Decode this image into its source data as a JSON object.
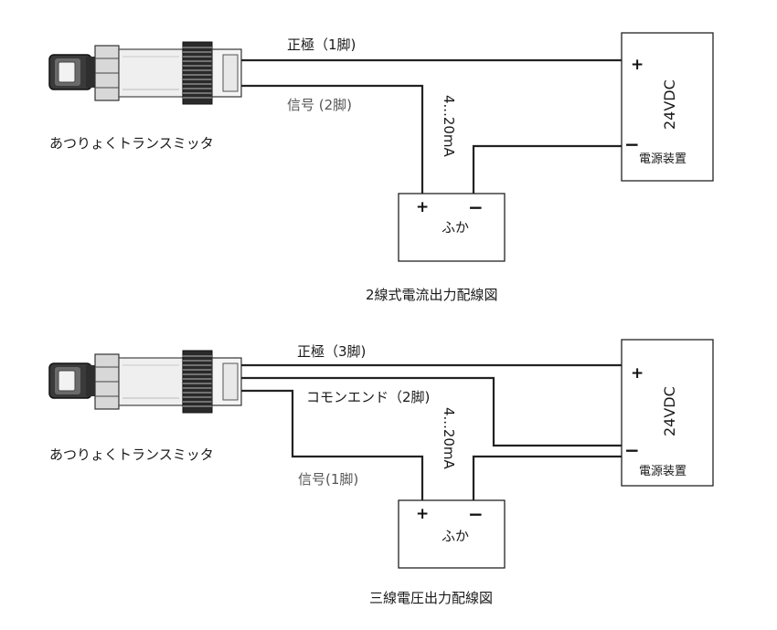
{
  "colors": {
    "line": "#222222",
    "label_gray": "#555555"
  },
  "diagram_top": {
    "caption": "2線式電流出力配線図",
    "sensor_label": "あつりょくトランスミッタ",
    "wire_positive_label": "正極（1脚)",
    "wire_signal_label": "信号 (2脚)",
    "current_label": "4...20mA",
    "power_voltage": "24VDC",
    "power_name": "電源装置",
    "power_plus": "+",
    "power_minus": "−",
    "load_name": "ふか",
    "load_plus": "+",
    "load_minus": "−"
  },
  "diagram_bottom": {
    "caption": "三線電圧出力配線図",
    "sensor_label": "あつりょくトランスミッタ",
    "wire_positive_label": "正極（3脚)",
    "wire_common_label": "コモンエンド（2脚)",
    "wire_signal_label": "信号(1脚)",
    "current_label": "4...20mA",
    "power_voltage": "24VDC",
    "power_name": "電源装置",
    "power_plus": "+",
    "power_minus": "−",
    "load_name": "ふか",
    "load_plus": "+",
    "load_minus": "−"
  }
}
